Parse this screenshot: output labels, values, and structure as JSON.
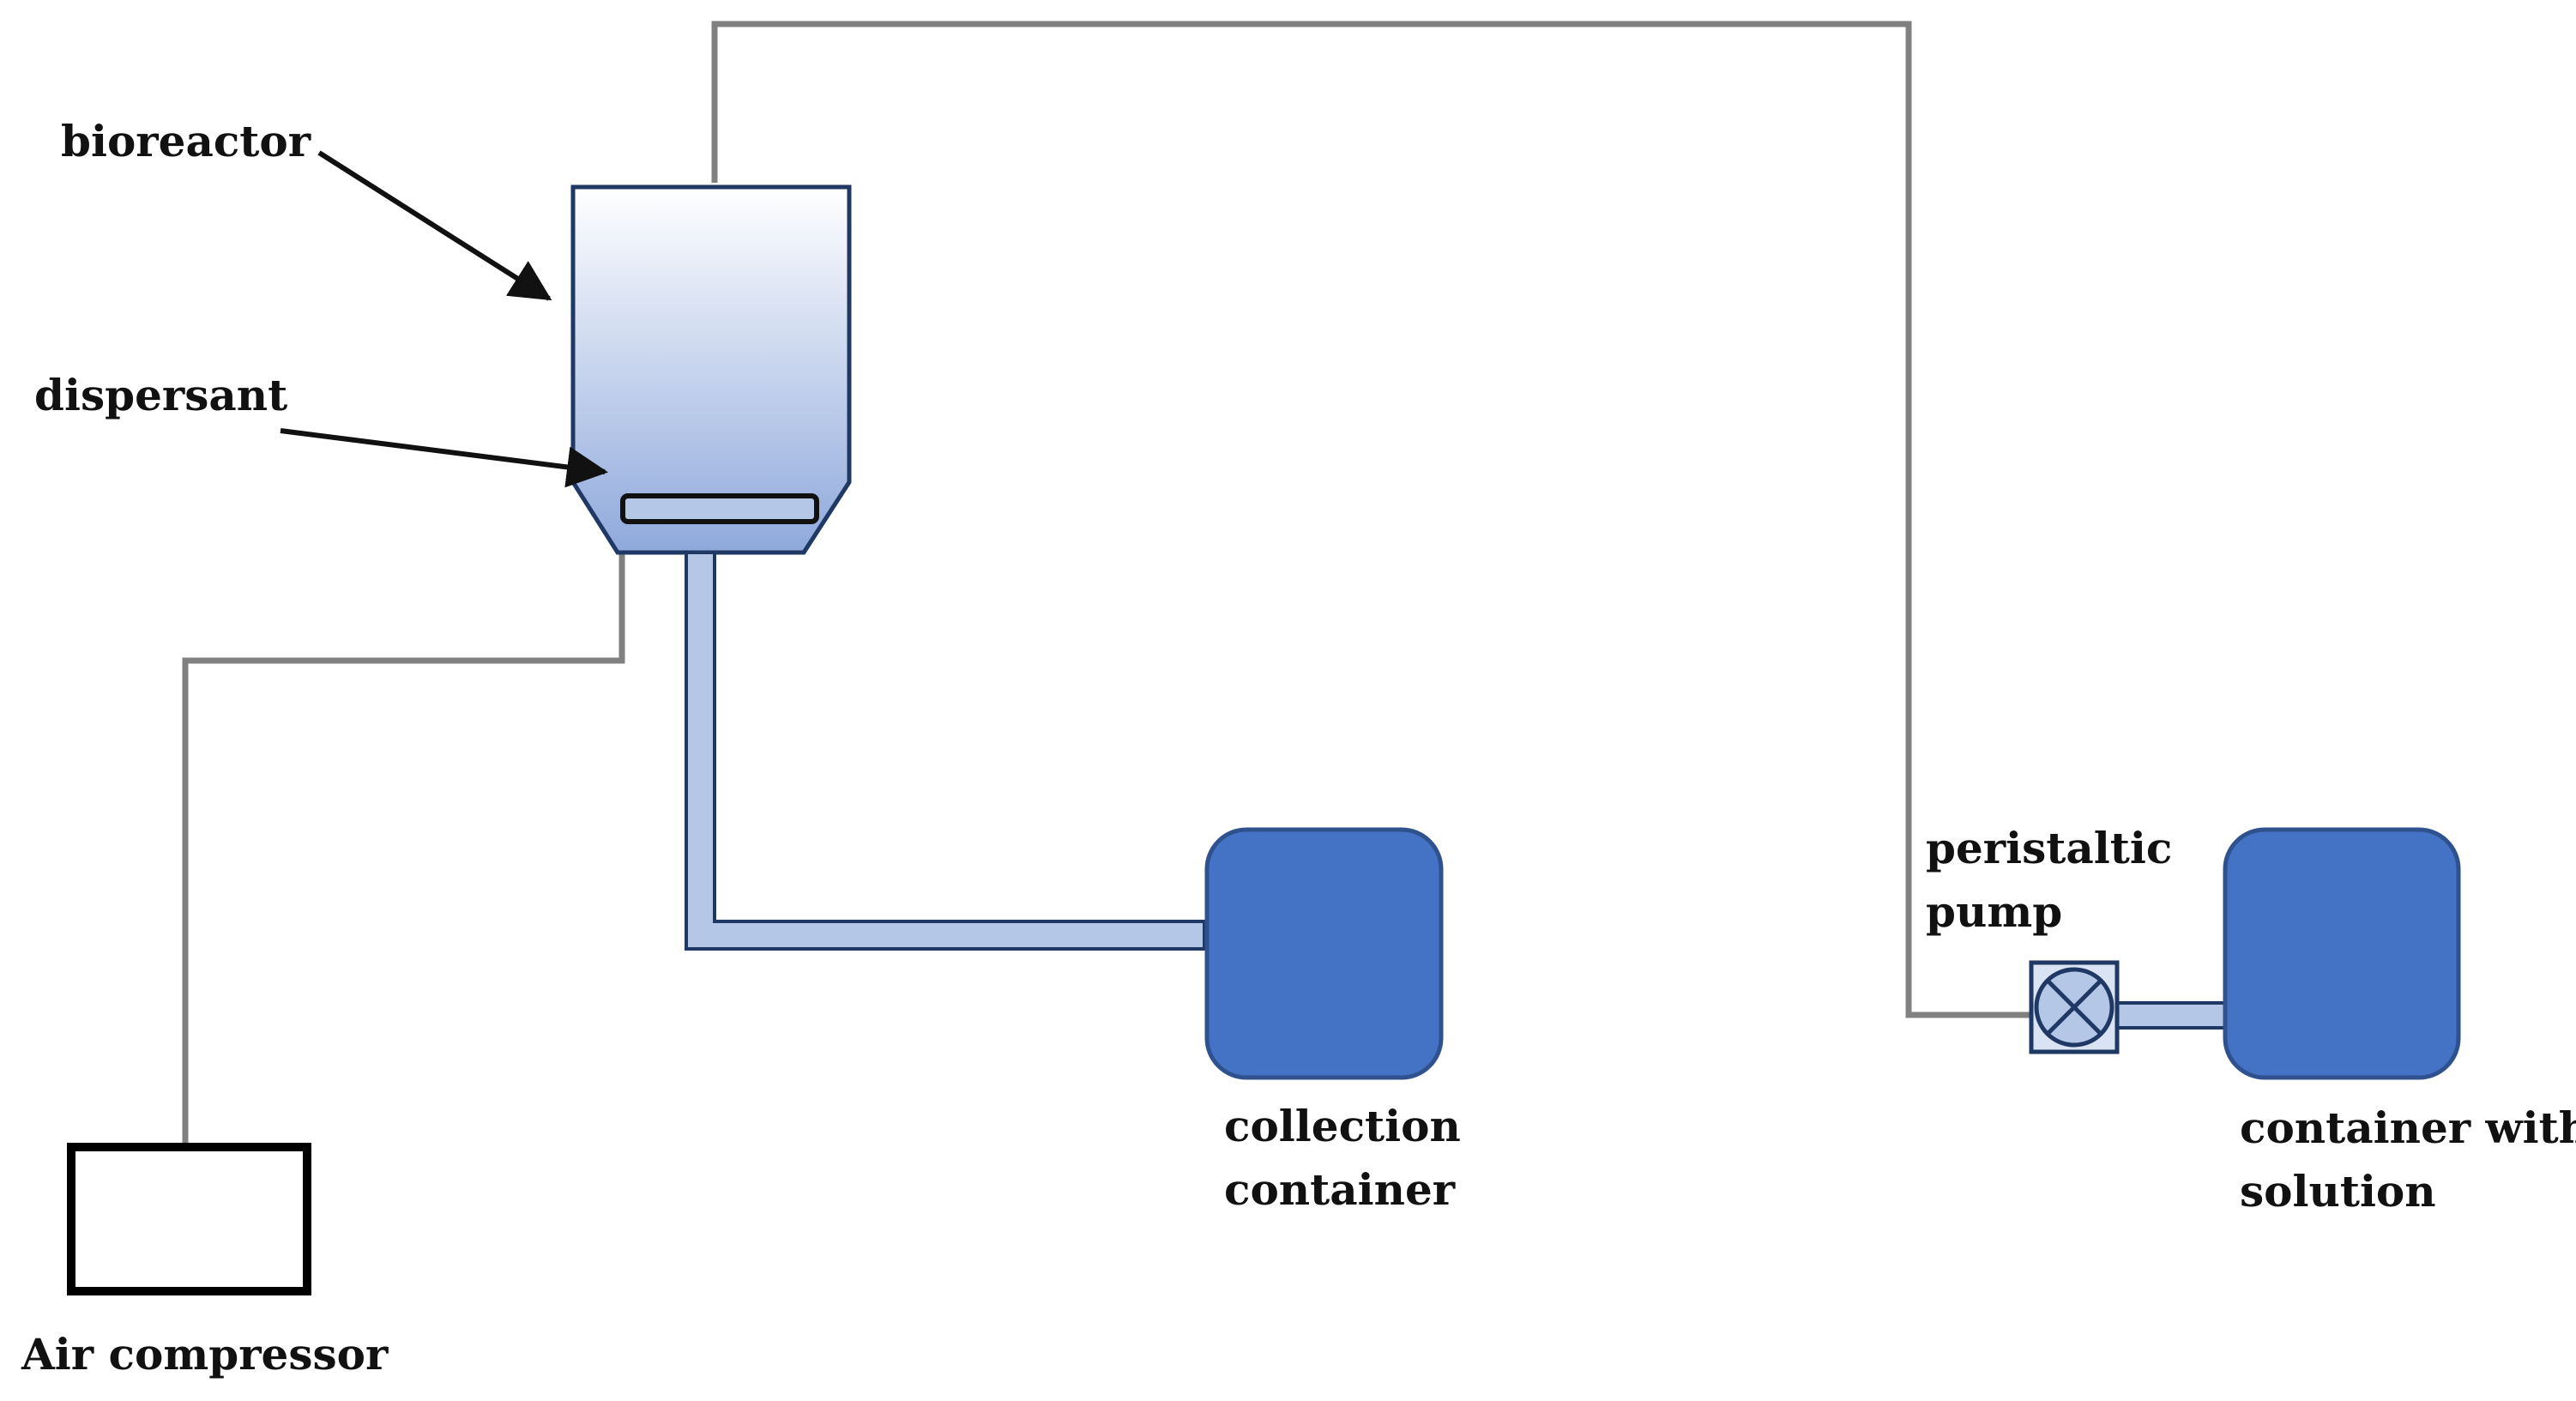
{
  "labels": {
    "bioreactor": "bioreactor",
    "dispersant": "dispersant",
    "air_compressor": "Air compressor",
    "collection_container_line1": "collection",
    "collection_container_line2": "container",
    "peristaltic_pump_line1": "peristaltic",
    "peristaltic_pump_line2": "pump",
    "solution_container_line1": "container with",
    "solution_container_line2": "solution"
  },
  "colors": {
    "pipe_gray": "#808080",
    "container_blue": "#4472c4",
    "container_border": "#2f528f",
    "tube_fill": "#b4c7e7",
    "outline_dark": "#1f3864",
    "bioreactor_top": "#ffffff",
    "bioreactor_bottom": "#8fa9dc",
    "pump_fill": "#dae3f3",
    "text": "#111111"
  },
  "icons": {
    "pump": "circle-x-icon"
  }
}
